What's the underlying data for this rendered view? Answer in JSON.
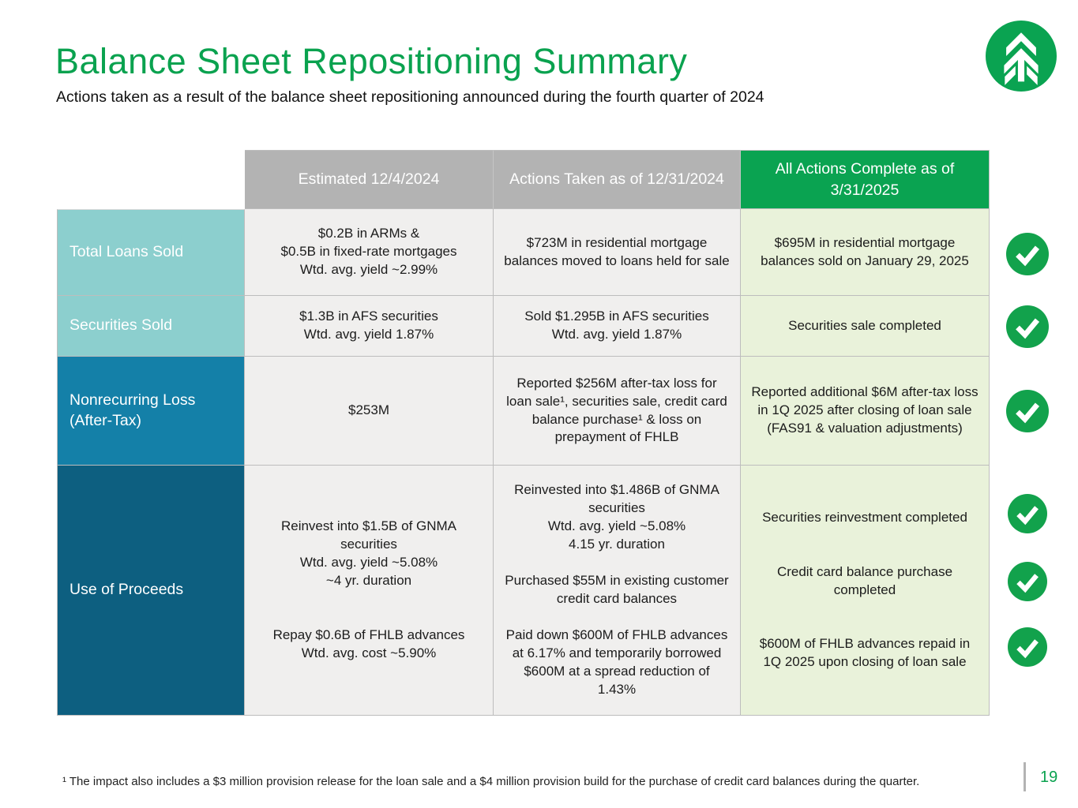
{
  "slide": {
    "title": "Balance Sheet Repositioning Summary",
    "subtitle": "Actions taken as a result of the balance sheet repositioning announced during the fourth quarter of 2024",
    "footnote": "¹ The impact also includes a $3 million provision release for the loan sale and a $4 million provision build for the purchase of credit card balances during the quarter.",
    "page_number": "19",
    "logo_icon": "tree-chevron-logo-icon"
  },
  "colors": {
    "brand_green": "#0aa24f",
    "header_green": "#0aa351",
    "header_gray": "#b3b3b3",
    "label_teal_light": "#8ccfce",
    "label_blue_mid": "#1480a8",
    "label_teal_dark": "#0d5f80",
    "cell_gray": "#f0efee",
    "cell_green": "#e9f2da",
    "check_green": "#12a24c"
  },
  "table": {
    "column_headers": [
      {
        "label": "Estimated 12/4/2024",
        "variant": "gray"
      },
      {
        "label": "Actions Taken as of 12/31/2024",
        "variant": "gray"
      },
      {
        "label": "All Actions Complete as of 3/31/2025",
        "variant": "green"
      }
    ],
    "rows": [
      {
        "label": "Total Loans Sold",
        "label_variant": "teal-light",
        "cells": [
          "$0.2B in ARMs &\n$0.5B in fixed-rate mortgages\nWtd. avg. yield ~2.99%",
          "$723M in residential mortgage balances moved to loans held for sale",
          "$695M in residential mortgage balances sold on January 29, 2025"
        ],
        "completed_checks": 1
      },
      {
        "label": "Securities Sold",
        "label_variant": "teal-light",
        "cells": [
          "$1.3B in AFS securities\nWtd. avg. yield 1.87%",
          "Sold $1.295B in AFS securities\nWtd. avg. yield 1.87%",
          "Securities sale completed"
        ],
        "completed_checks": 1
      },
      {
        "label": "Nonrecurring Loss (After-Tax)",
        "label_variant": "blue-mid",
        "cells": [
          "$253M",
          "Reported $256M after-tax loss for loan sale¹, securities sale, credit card balance purchase¹ & loss on prepayment of FHLB",
          "Reported additional $6M after-tax loss in 1Q 2025 after closing of loan sale (FAS91 & valuation adjustments)"
        ],
        "completed_checks": 1
      },
      {
        "label": "Use of Proceeds",
        "label_variant": "teal-dark",
        "cells": [
          "Reinvest into $1.5B of GNMA securities\nWtd. avg. yield ~5.08%\n~4 yr. duration\n\n\nRepay $0.6B of FHLB advances\nWtd. avg. cost ~5.90%",
          "Reinvested into $1.486B of GNMA securities\nWtd. avg. yield ~5.08%\n4.15 yr. duration\n\nPurchased $55M in existing customer credit card balances\n\nPaid down $600M of FHLB advances at 6.17% and temporarily borrowed $600M at a spread reduction of 1.43%",
          "Securities reinvestment completed\n\n\nCredit card balance purchase completed\n\n\n$600M of FHLB advances repaid in 1Q 2025 upon closing of loan sale"
        ],
        "completed_checks": 3
      }
    ]
  }
}
